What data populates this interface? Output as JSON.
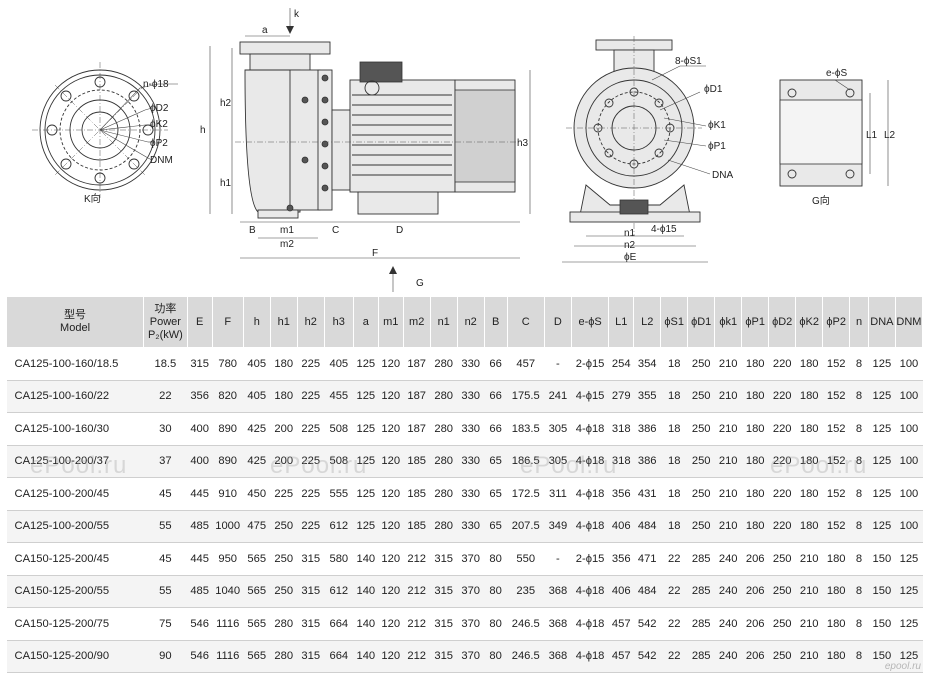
{
  "drawings": {
    "k_view": {
      "caption": "K向",
      "labels": {
        "n_phi18": "n-ϕ18",
        "phi_d2": "ϕD2",
        "phi_k2": "ϕK2",
        "phi_p2": "ϕP2",
        "dnm": "DNM"
      }
    },
    "side_view": {
      "labels": {
        "k": "k",
        "a": "a",
        "h": "h",
        "h1": "h1",
        "h2": "h2",
        "h3": "h3",
        "b": "B",
        "m1": "m1",
        "m2": "m2",
        "c": "C",
        "d": "D",
        "f": "F",
        "g": "G"
      }
    },
    "front_view": {
      "labels": {
        "s1": "8-ϕS1",
        "d1": "ϕD1",
        "k1": "ϕK1",
        "p1": "ϕP1",
        "dna": "DNA",
        "phi15": "4-ϕ15",
        "n1": "n1",
        "n2": "n2",
        "e": "ϕE"
      }
    },
    "g_view": {
      "caption": "G向",
      "labels": {
        "es": "e-ϕS",
        "l1": "L1",
        "l2": "L2"
      }
    }
  },
  "table": {
    "headers": [
      {
        "lines": [
          "型号",
          "Model"
        ]
      },
      {
        "lines": [
          "功率",
          "Power",
          "P₂(kW)"
        ]
      },
      {
        "lines": [
          "E"
        ]
      },
      {
        "lines": [
          "F"
        ]
      },
      {
        "lines": [
          "h"
        ]
      },
      {
        "lines": [
          "h1"
        ]
      },
      {
        "lines": [
          "h2"
        ]
      },
      {
        "lines": [
          "h3"
        ]
      },
      {
        "lines": [
          "a"
        ]
      },
      {
        "lines": [
          "m1"
        ]
      },
      {
        "lines": [
          "m2"
        ]
      },
      {
        "lines": [
          "n1"
        ]
      },
      {
        "lines": [
          "n2"
        ]
      },
      {
        "lines": [
          "B"
        ]
      },
      {
        "lines": [
          "C"
        ]
      },
      {
        "lines": [
          "D"
        ]
      },
      {
        "lines": [
          "e-ϕS"
        ]
      },
      {
        "lines": [
          "L1"
        ]
      },
      {
        "lines": [
          "L2"
        ]
      },
      {
        "lines": [
          "ϕS1"
        ]
      },
      {
        "lines": [
          "ϕD1"
        ]
      },
      {
        "lines": [
          "ϕk1"
        ]
      },
      {
        "lines": [
          "ϕP1"
        ]
      },
      {
        "lines": [
          "ϕD2"
        ]
      },
      {
        "lines": [
          "ϕK2"
        ]
      },
      {
        "lines": [
          "ϕP2"
        ]
      },
      {
        "lines": [
          "n"
        ]
      },
      {
        "lines": [
          "DNA"
        ]
      },
      {
        "lines": [
          "DNM"
        ]
      }
    ],
    "rows": [
      [
        "CA125-100-160/18.5",
        "18.5",
        "315",
        "780",
        "405",
        "180",
        "225",
        "405",
        "125",
        "120",
        "187",
        "280",
        "330",
        "66",
        "457",
        "-",
        "2-ϕ15",
        "254",
        "354",
        "18",
        "250",
        "210",
        "180",
        "220",
        "180",
        "152",
        "8",
        "125",
        "100"
      ],
      [
        "CA125-100-160/22",
        "22",
        "356",
        "820",
        "405",
        "180",
        "225",
        "455",
        "125",
        "120",
        "187",
        "280",
        "330",
        "66",
        "175.5",
        "241",
        "4-ϕ15",
        "279",
        "355",
        "18",
        "250",
        "210",
        "180",
        "220",
        "180",
        "152",
        "8",
        "125",
        "100"
      ],
      [
        "CA125-100-160/30",
        "30",
        "400",
        "890",
        "425",
        "200",
        "225",
        "508",
        "125",
        "120",
        "187",
        "280",
        "330",
        "66",
        "183.5",
        "305",
        "4-ϕ18",
        "318",
        "386",
        "18",
        "250",
        "210",
        "180",
        "220",
        "180",
        "152",
        "8",
        "125",
        "100"
      ],
      [
        "CA125-100-200/37",
        "37",
        "400",
        "890",
        "425",
        "200",
        "225",
        "508",
        "125",
        "120",
        "185",
        "280",
        "330",
        "65",
        "186.5",
        "305",
        "4-ϕ18",
        "318",
        "386",
        "18",
        "250",
        "210",
        "180",
        "220",
        "180",
        "152",
        "8",
        "125",
        "100"
      ],
      [
        "CA125-100-200/45",
        "45",
        "445",
        "910",
        "450",
        "225",
        "225",
        "555",
        "125",
        "120",
        "185",
        "280",
        "330",
        "65",
        "172.5",
        "311",
        "4-ϕ18",
        "356",
        "431",
        "18",
        "250",
        "210",
        "180",
        "220",
        "180",
        "152",
        "8",
        "125",
        "100"
      ],
      [
        "CA125-100-200/55",
        "55",
        "485",
        "1000",
        "475",
        "250",
        "225",
        "612",
        "125",
        "120",
        "185",
        "280",
        "330",
        "65",
        "207.5",
        "349",
        "4-ϕ18",
        "406",
        "484",
        "18",
        "250",
        "210",
        "180",
        "220",
        "180",
        "152",
        "8",
        "125",
        "100"
      ],
      [
        "CA150-125-200/45",
        "45",
        "445",
        "950",
        "565",
        "250",
        "315",
        "580",
        "140",
        "120",
        "212",
        "315",
        "370",
        "80",
        "550",
        "-",
        "2-ϕ15",
        "356",
        "471",
        "22",
        "285",
        "240",
        "206",
        "250",
        "210",
        "180",
        "8",
        "150",
        "125"
      ],
      [
        "CA150-125-200/55",
        "55",
        "485",
        "1040",
        "565",
        "250",
        "315",
        "612",
        "140",
        "120",
        "212",
        "315",
        "370",
        "80",
        "235",
        "368",
        "4-ϕ18",
        "406",
        "484",
        "22",
        "285",
        "240",
        "206",
        "250",
        "210",
        "180",
        "8",
        "150",
        "125"
      ],
      [
        "CA150-125-200/75",
        "75",
        "546",
        "1116",
        "565",
        "280",
        "315",
        "664",
        "140",
        "120",
        "212",
        "315",
        "370",
        "80",
        "246.5",
        "368",
        "4-ϕ18",
        "457",
        "542",
        "22",
        "285",
        "240",
        "206",
        "250",
        "210",
        "180",
        "8",
        "150",
        "125"
      ],
      [
        "CA150-125-200/90",
        "90",
        "546",
        "1116",
        "565",
        "280",
        "315",
        "664",
        "140",
        "120",
        "212",
        "315",
        "370",
        "80",
        "246.5",
        "368",
        "4-ϕ18",
        "457",
        "542",
        "22",
        "285",
        "240",
        "206",
        "250",
        "210",
        "180",
        "8",
        "150",
        "125"
      ]
    ]
  },
  "watermark": "ePool.ru",
  "corner_mark": "epool.ru"
}
